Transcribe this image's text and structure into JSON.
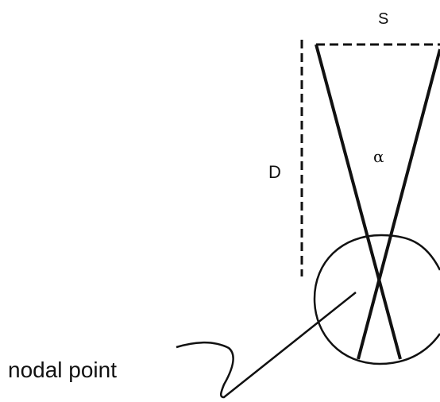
{
  "labels": {
    "size": "S",
    "distance": "D",
    "angle": "α",
    "nodal_point": "nodal point"
  },
  "colors": {
    "ink": "#111111",
    "background": "#ffffff"
  }
}
